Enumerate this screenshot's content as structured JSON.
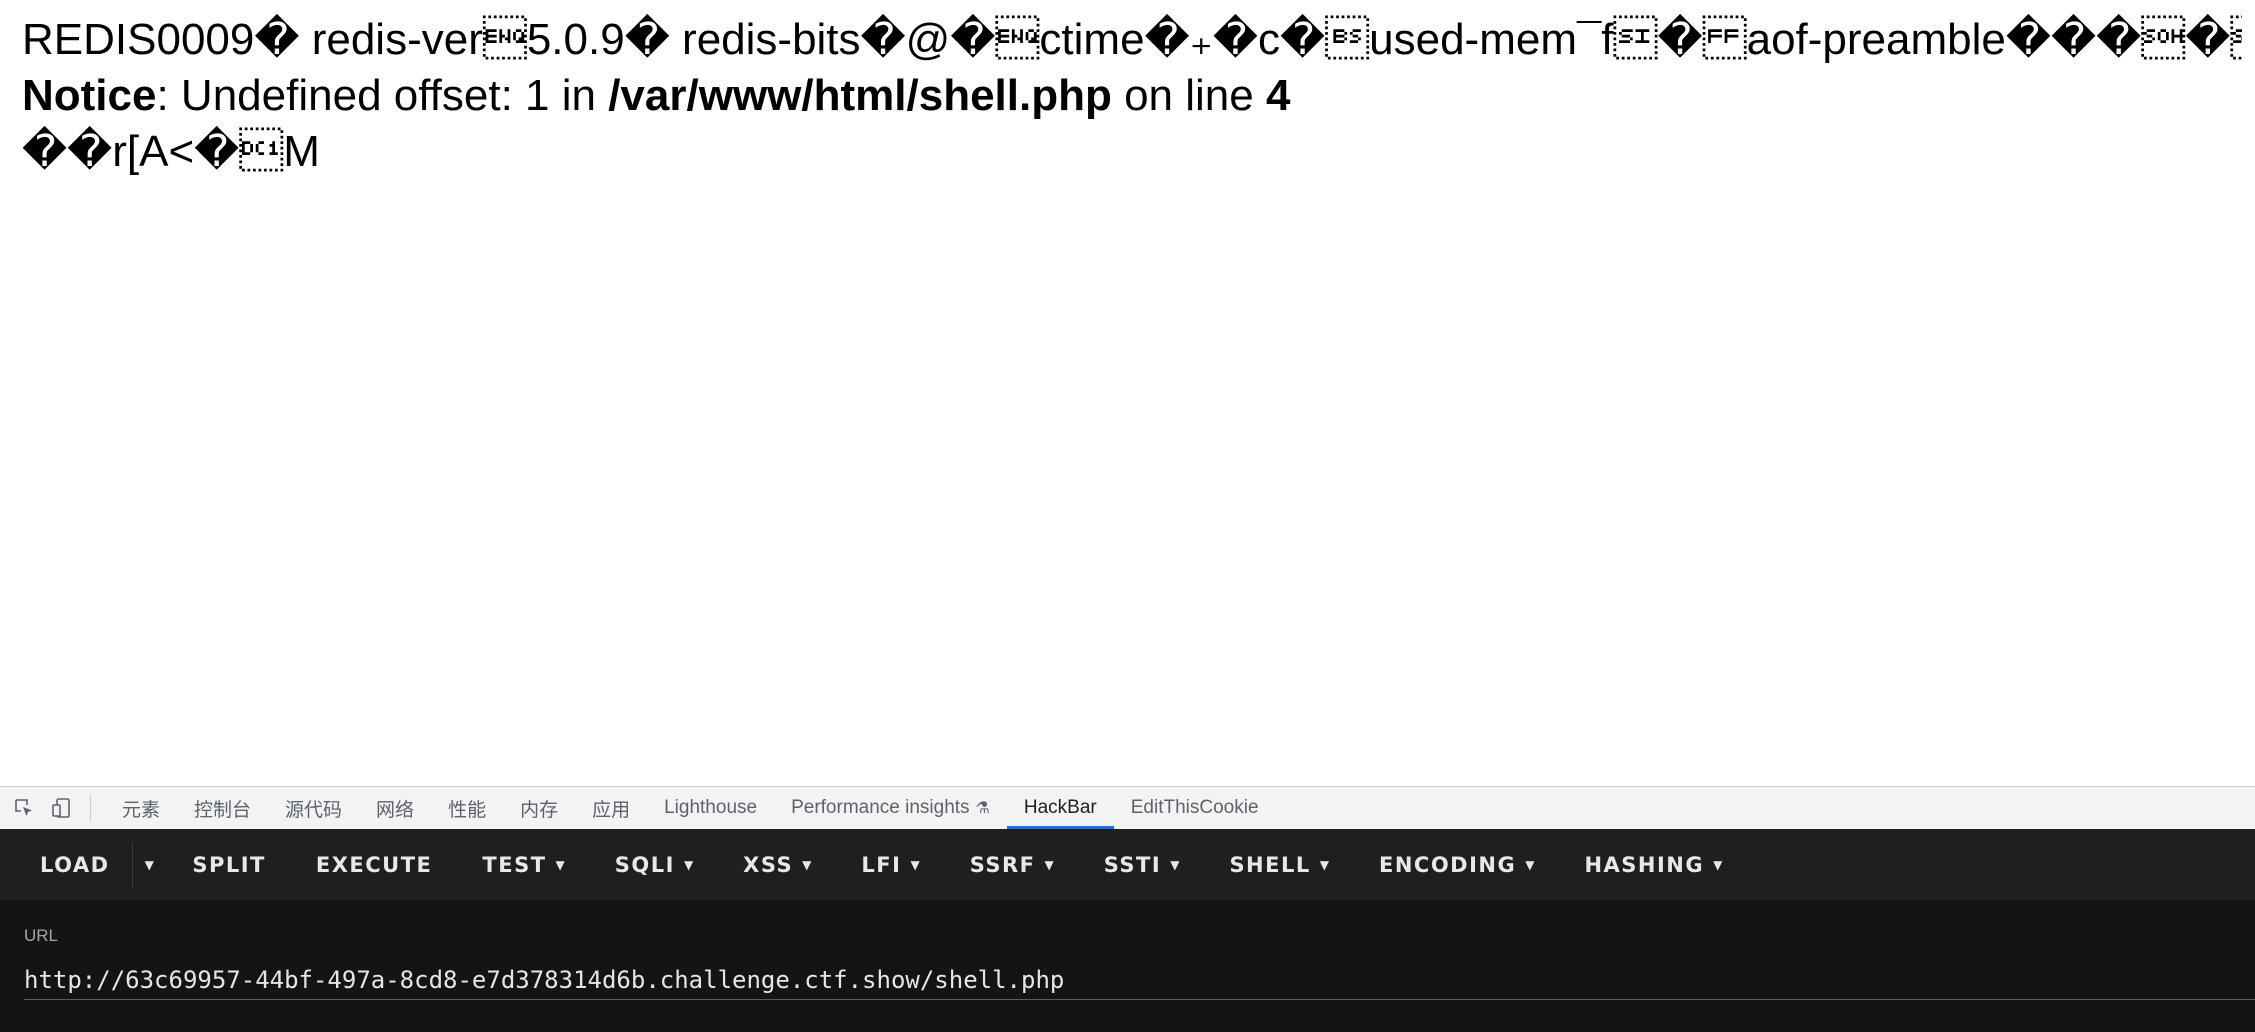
{
  "page": {
    "line1": "REDIS0009� redis-ver\u00055.0.9� redis-bits�@�\u0005ctime�₊�c�\bused-mem¯f\u000f�\faof-preamble���\u0001�\u0002\u0003",
    "notice_label": "Notice",
    "notice_sep": ": Undefined offset: 1 in ",
    "notice_path": "/var/www/html/shell.php",
    "notice_on_line": " on line ",
    "notice_line_no": "4",
    "line3": "��r[A<�\u0011M"
  },
  "devtools": {
    "tabs": [
      "元素",
      "控制台",
      "源代码",
      "网络",
      "性能",
      "内存",
      "应用",
      "Lighthouse",
      "Performance insights",
      "HackBar",
      "EditThisCookie"
    ],
    "active_tab": "HackBar",
    "inspect_icon": "inspect-element-icon",
    "device_icon": "device-toolbar-icon",
    "flask_icon": "flask-icon",
    "accent_color": "#1a73e8"
  },
  "hackbar": {
    "buttons": {
      "load": "LOAD",
      "split": "SPLIT",
      "execute": "EXECUTE",
      "test": "TEST",
      "sqli": "SQLI",
      "xss": "XSS",
      "lfi": "LFI",
      "ssrf": "SSRF",
      "ssti": "SSTI",
      "shell": "SHELL",
      "encoding": "ENCODING",
      "hashing": "HASHING"
    },
    "url_label": "URL",
    "url_value": "http://63c69957-44bf-497a-8cd8-e7d378314d6b.challenge.ctf.show/shell.php"
  }
}
